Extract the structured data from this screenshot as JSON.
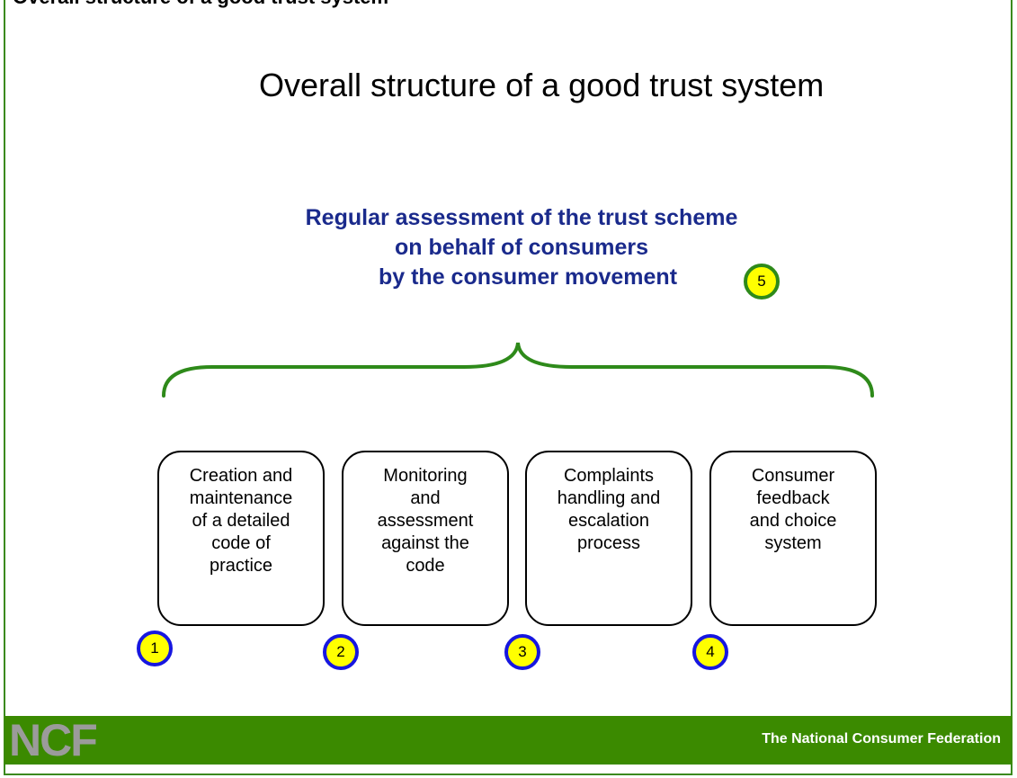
{
  "header": {
    "clipped_text": "Overall structure of a good trust system",
    "title": "Overall structure of a good trust system"
  },
  "assessment": {
    "line1": "Regular assessment of the trust scheme",
    "line2": "on behalf of consumers",
    "line3": "by the consumer movement",
    "badge": "5"
  },
  "components": [
    {
      "lines": [
        "Creation and",
        "maintenance",
        "of a detailed",
        "code of",
        "practice"
      ],
      "badge": "1"
    },
    {
      "lines": [
        "Monitoring",
        "and",
        "assessment",
        "against the",
        "code"
      ],
      "badge": "2"
    },
    {
      "lines": [
        "Complaints",
        "handling and",
        "escalation",
        "process"
      ],
      "badge": "3"
    },
    {
      "lines": [
        "Consumer",
        "feedback",
        "and choice",
        "system"
      ],
      "badge": "4"
    }
  ],
  "footer": {
    "logo": "NCF",
    "organization": "The National Consumer Federation"
  },
  "colors": {
    "brand_green": "#3b8a00",
    "heading_blue": "#1a2a8c",
    "badge_yellow": "#ffff00"
  }
}
